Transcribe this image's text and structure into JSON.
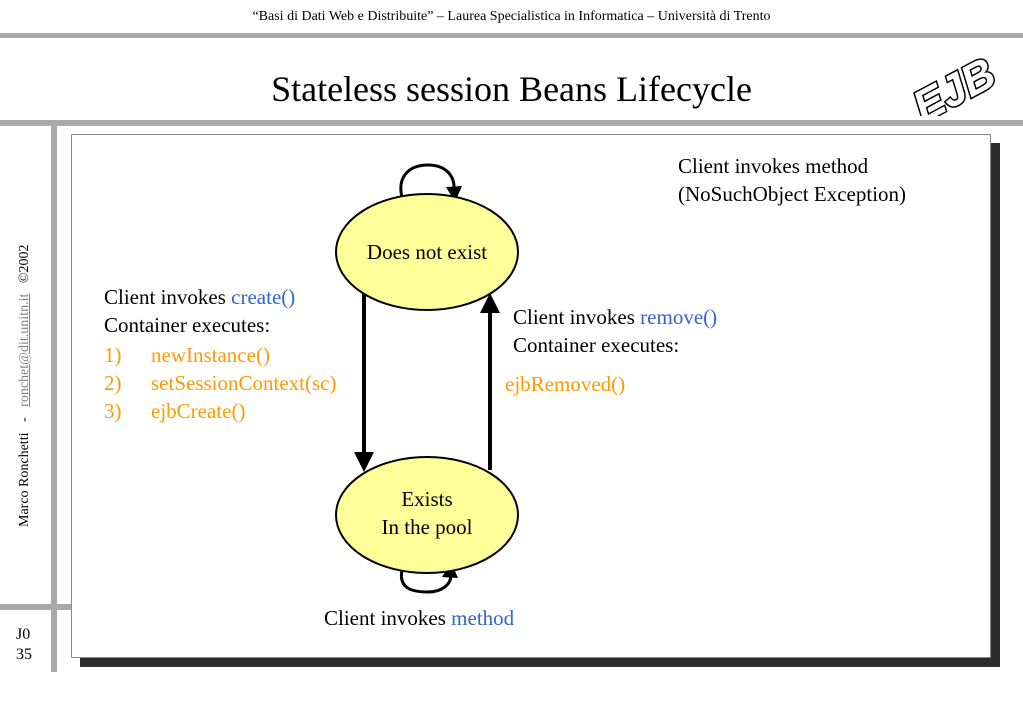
{
  "header": {
    "course": "“Basi di Dati Web e Distribuite” – Laurea Specialistica in Informatica – Università di Trento"
  },
  "slide": {
    "title": "Stateless session Beans Lifecycle",
    "logo_text": "EJB",
    "author": "Marco Ronchetti",
    "separator": "-",
    "email": "ronchet@dit.unitn.it",
    "copyright": "©2002",
    "code": "J0",
    "page": "35"
  },
  "diagram": {
    "states": {
      "does_not_exist": "Does not exist",
      "exists_line1": "Exists",
      "exists_line2": "In the pool"
    },
    "top_loop": {
      "line1": "Client invokes method",
      "line2": "(NoSuchObject Exception)"
    },
    "create": {
      "prefix": "Client invokes ",
      "method": "create()",
      "container": "Container executes:",
      "steps": [
        {
          "num": "1)",
          "text": "newInstance()"
        },
        {
          "num": "2)",
          "text": "setSessionContext(sc)"
        },
        {
          "num": "3)",
          "text": "ejbCreate()"
        }
      ]
    },
    "remove": {
      "prefix": "Client invokes ",
      "method": "remove()",
      "container": "Container executes:",
      "step": "ejbRemoved()"
    },
    "bottom_loop": {
      "prefix": "Client invokes ",
      "method": "method"
    }
  },
  "colors": {
    "method_blue": "#3366cc",
    "step_orange": "#ff9900",
    "state_fill": "#ffff99",
    "rule_gray": "#a9a9a9"
  }
}
